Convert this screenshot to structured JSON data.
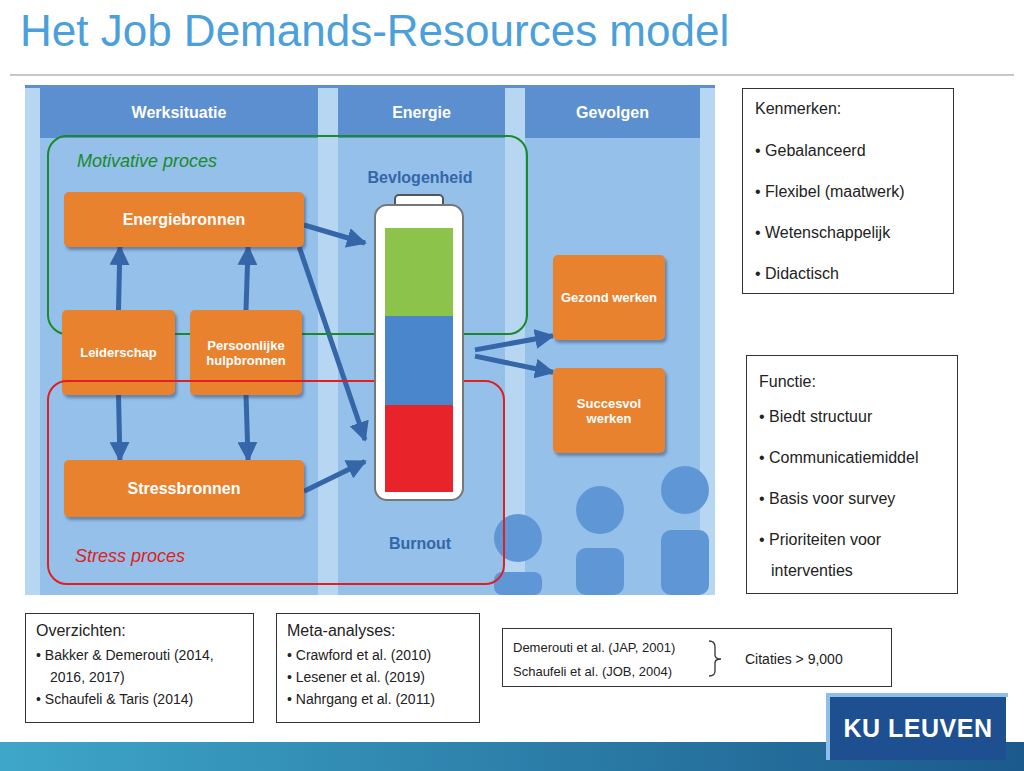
{
  "diagram": {
    "title": "Het Job Demands-Resources model",
    "nodes": [
      {
        "text": [
          "Werksituatie"
        ]
      },
      {
        "text": [
          "Energie"
        ]
      },
      {
        "text": [
          "Gevolgen"
        ]
      },
      {
        "text": [
          "Motivative proces"
        ]
      },
      {
        "text": [
          "Energiebronnen"
        ],
        "in": 3
      },
      {
        "text": [
          "Leiderschap"
        ]
      },
      {
        "text": [
          "Persoonlijke hulpbronnen"
        ]
      },
      {
        "text": [
          "Stress proces"
        ]
      },
      {
        "text": [
          "Stressbronnen"
        ],
        "in": 7
      },
      {
        "text": [
          "Bevlogenheid",
          "Burnout"
        ]
      },
      {
        "text": [
          "Gezond werken"
        ]
      },
      {
        "text": [
          "Succesvol werken"
        ]
      },
      {
        "text": [
          "Kenmerken:",
          "• Gebalanceerd",
          "• Flexibel (maatwerk)",
          "• Wetenschappelijk",
          "• Didactisch"
        ]
      },
      {
        "text": [
          "Functie:",
          "• Biedt structuur",
          "• Communicatiemiddel",
          "• Basis voor survey",
          "• Prioriteiten voor interventies"
        ]
      },
      {
        "text": [
          "Overzichten:",
          "• Bakker & Demerouti (2014, 2016, 2017)",
          "• Schaufeli & Taris (2014)"
        ]
      },
      {
        "text": [
          "Meta-analyses:",
          "• Crawford et al. (2010)",
          "• Lesener et al. (2019)",
          "• Nahrgang et al. (2011)"
        ]
      },
      {
        "text": [
          "Demerouti et al. (JAP, 2001)",
          "Schaufeli et al. (JOB, 2004)",
          "Citaties > 9,000"
        ]
      },
      {
        "text": [
          "KU LEUVEN"
        ]
      }
    ],
    "edges": [
      {
        "from": 5,
        "to": 4,
        "arrow": "to"
      },
      {
        "from": 6,
        "to": 4,
        "arrow": "to"
      },
      {
        "from": 5,
        "to": 8,
        "arrow": "to"
      },
      {
        "from": 6,
        "to": 8,
        "arrow": "to"
      },
      {
        "from": 4,
        "to": 9,
        "arrow": "to"
      },
      {
        "from": 4,
        "to": 9,
        "arrow": "to"
      },
      {
        "from": 8,
        "to": 9,
        "arrow": "to"
      },
      {
        "from": 9,
        "to": 10,
        "arrow": "to"
      },
      {
        "from": 9,
        "to": 11,
        "arrow": "to"
      }
    ]
  }
}
